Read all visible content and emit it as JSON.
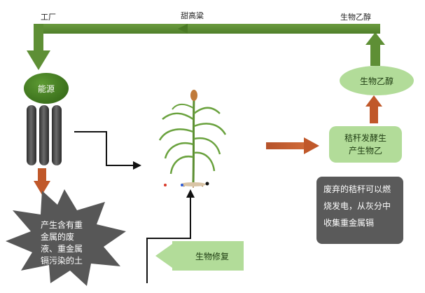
{
  "top_labels": {
    "factory": "工厂",
    "sorghum": "甜高粱",
    "ethanol_top": "生物乙醇"
  },
  "nodes": {
    "energy": "能源",
    "ethanol": "生物乙醇",
    "straw_line1": "秸秆发酵生",
    "straw_line2": "产生物乙",
    "burn_line1": "废弃的秸秆可以燃",
    "burn_line2": "烧发电，从灰分中",
    "burn_line3": "收集重金属镉",
    "bio_repair": "生物修复",
    "pollution_line1": "产生含有重",
    "pollution_line2": "金属的废",
    "pollution_line3": "液、重金属",
    "pollution_line4": "镉污染的土"
  },
  "colors": {
    "green_dark": "#5a8a32",
    "green_light": "#b2dc99",
    "orange": "#c0582a",
    "gray_dark": "#555555",
    "gray_box": "#5a5a5a"
  }
}
